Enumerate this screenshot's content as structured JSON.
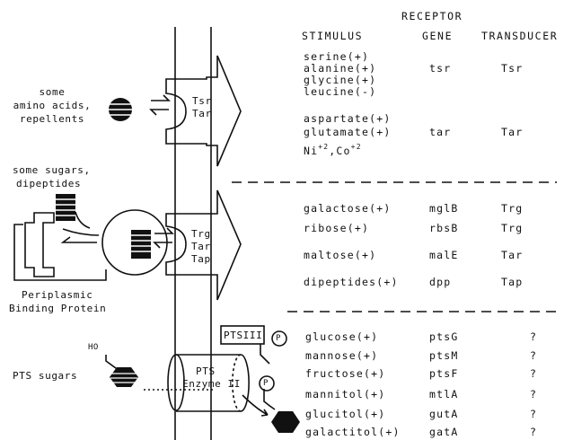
{
  "header": {
    "receptor": "RECEPTOR",
    "stimulus": "STIMULUS",
    "gene": "GENE",
    "transducer": "TRANSDUCER"
  },
  "group1": {
    "stimuli": [
      "serine(+)",
      "alanine(+)",
      "glycine(+)",
      "leucine(-)"
    ],
    "gene": "tsr",
    "transducer": "Tsr"
  },
  "group2": {
    "stimuli": [
      "aspartate(+)",
      "glutamate(+)"
    ],
    "ions": {
      "ni": "Ni",
      "ni_charge": "+2",
      "sep": ",",
      "co": "Co",
      "co_charge": "+2"
    },
    "gene": "tar",
    "transducer": "Tar"
  },
  "binding_rows": [
    {
      "stimulus": "galactose(+)",
      "gene": "mglB",
      "transducer": "Trg"
    },
    {
      "stimulus": "ribose(+)",
      "gene": "rbsB",
      "transducer": "Trg"
    },
    {
      "stimulus": "maltose(+)",
      "gene": "malE",
      "transducer": "Tar"
    },
    {
      "stimulus": "dipeptides(+)",
      "gene": "dpp",
      "transducer": "Tap"
    }
  ],
  "pts_rows": [
    {
      "stimulus": "glucose(+)",
      "gene": "ptsG",
      "transducer": "?"
    },
    {
      "stimulus": "mannose(+)",
      "gene": "ptsM",
      "transducer": "?"
    },
    {
      "stimulus": "fructose(+)",
      "gene": "ptsF",
      "transducer": "?"
    },
    {
      "stimulus": "mannitol(+)",
      "gene": "mtlA",
      "transducer": "?"
    },
    {
      "stimulus": "glucitol(+)",
      "gene": "gutA",
      "transducer": "?"
    },
    {
      "stimulus": "galactitol(+)",
      "gene": "gatA",
      "transducer": "?"
    }
  ],
  "left": {
    "amino_label": [
      "some",
      "amino acids,",
      "repellents"
    ],
    "sugars_label": [
      "some sugars,",
      "dipeptides"
    ],
    "binding_protein_label": [
      "Periplasmic",
      "Binding Protein"
    ],
    "pts_label": "PTS sugars",
    "ho_label": "HO"
  },
  "receptors": {
    "top": [
      "Tsr",
      "Tar"
    ],
    "middle": [
      "Trg",
      "Tar",
      "Tap"
    ],
    "pts_box": "PTSIII",
    "pts_cyl": [
      "PTS",
      "Enzyme II"
    ],
    "phospho": "P"
  }
}
